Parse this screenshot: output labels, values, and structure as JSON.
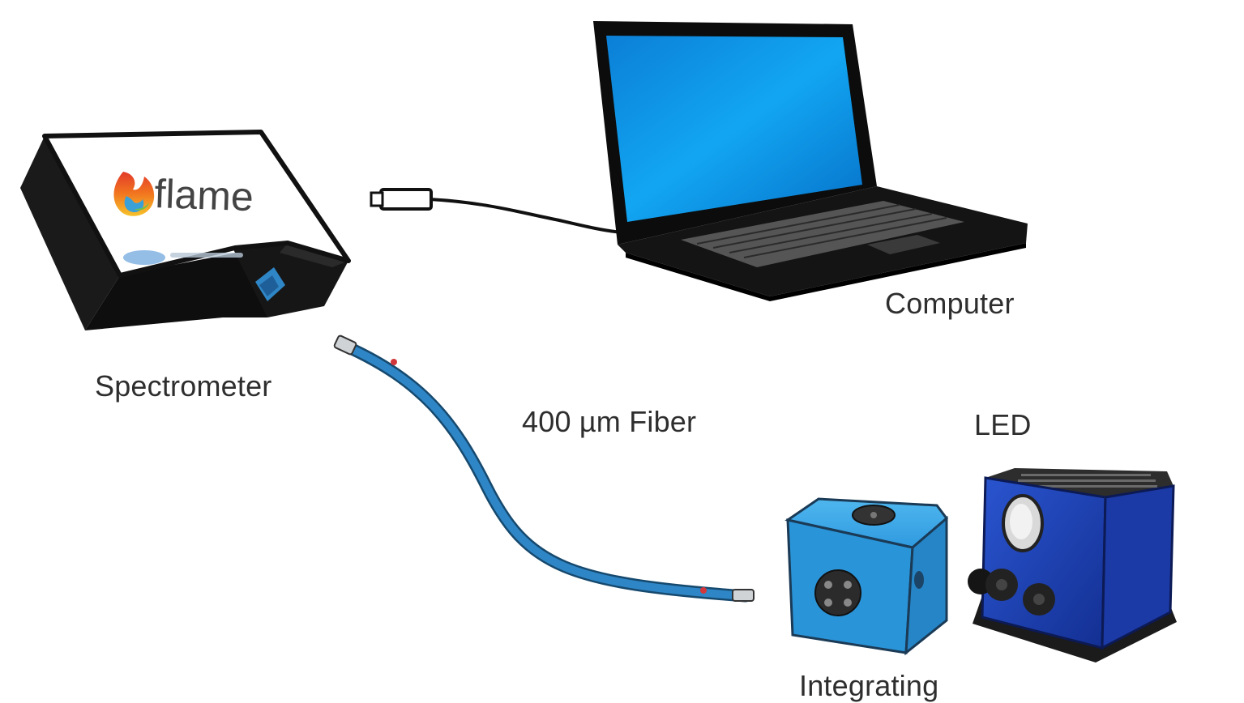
{
  "labels": {
    "spectrometer": "Spectrometer",
    "computer": "Computer",
    "fiber": "400 µm Fiber",
    "led": "LED",
    "integrating": "Integrating"
  },
  "spectrometer": {
    "brand": "flame"
  },
  "colors": {
    "device_body": "#111111",
    "device_face": "#ffffff",
    "laptop_screen": "#0a8fe0",
    "fiber": "#2f86c6",
    "fiber_marker": "#d2363a",
    "sphere": "#2f9ee0",
    "led_housing": "#1b3fb0"
  }
}
